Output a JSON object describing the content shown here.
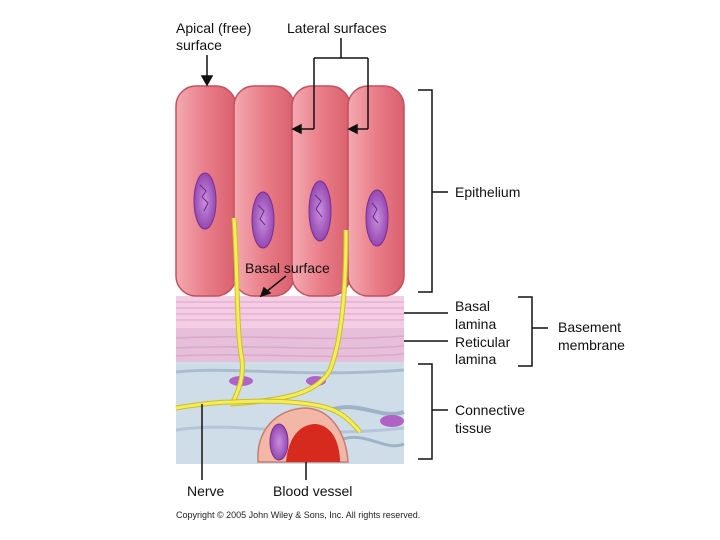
{
  "labels": {
    "apical_line1": "Apical (free)",
    "apical_line2": "surface",
    "lateral": "Lateral surfaces",
    "epithelium": "Epithelium",
    "basal_surface": "Basal surface",
    "basal_lamina_line1": "Basal",
    "basal_lamina_line2": "lamina",
    "reticular_line1": "Reticular",
    "reticular_line2": "lamina",
    "basement_line1": "Basement",
    "basement_line2": "membrane",
    "connective_line1": "Connective",
    "connective_line2": "tissue",
    "nerve": "Nerve",
    "blood_vessel": "Blood vessel",
    "copyright": "Copyright © 2005 John Wiley & Sons, Inc.  All rights reserved."
  },
  "colors": {
    "cell_fill": "#e97d88",
    "cell_edge": "#c2505e",
    "nucleus": "#9b4fb3",
    "basal_lamina": "#f2cde3",
    "reticular_lamina": "#e7bfdb",
    "connective": "#cfdde9",
    "nerve": "#f4ec5a",
    "blood_vessel": "#d62a1e",
    "vessel_wall": "#f3b7a8"
  }
}
